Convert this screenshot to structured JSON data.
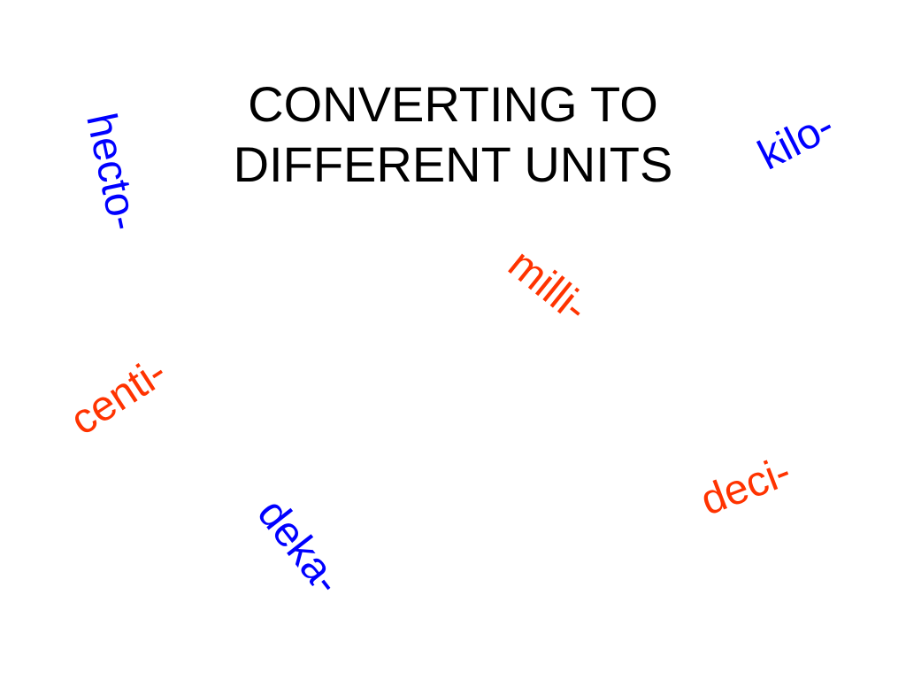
{
  "slide": {
    "title_lines": [
      "CONVERTING TO",
      "DIFFERENT UNITS"
    ],
    "prefixes": [
      {
        "id": "hecto",
        "label": "hecto-",
        "color": "#0000ff",
        "rotation_deg": 78
      },
      {
        "id": "kilo",
        "label": "kilo-",
        "color": "#0000ff",
        "rotation_deg": -27
      },
      {
        "id": "milli",
        "label": "milli-",
        "color": "#ff3300",
        "rotation_deg": 39
      },
      {
        "id": "centi",
        "label": "centi-",
        "color": "#ff3300",
        "rotation_deg": -33
      },
      {
        "id": "deka",
        "label": "deka-",
        "color": "#0000ff",
        "rotation_deg": 52
      },
      {
        "id": "deci",
        "label": "deci-",
        "color": "#ff3300",
        "rotation_deg": -21
      }
    ]
  },
  "colors": {
    "background": "#ffffff",
    "title": "#000000",
    "blue": "#0000ff",
    "red": "#ff3300"
  }
}
